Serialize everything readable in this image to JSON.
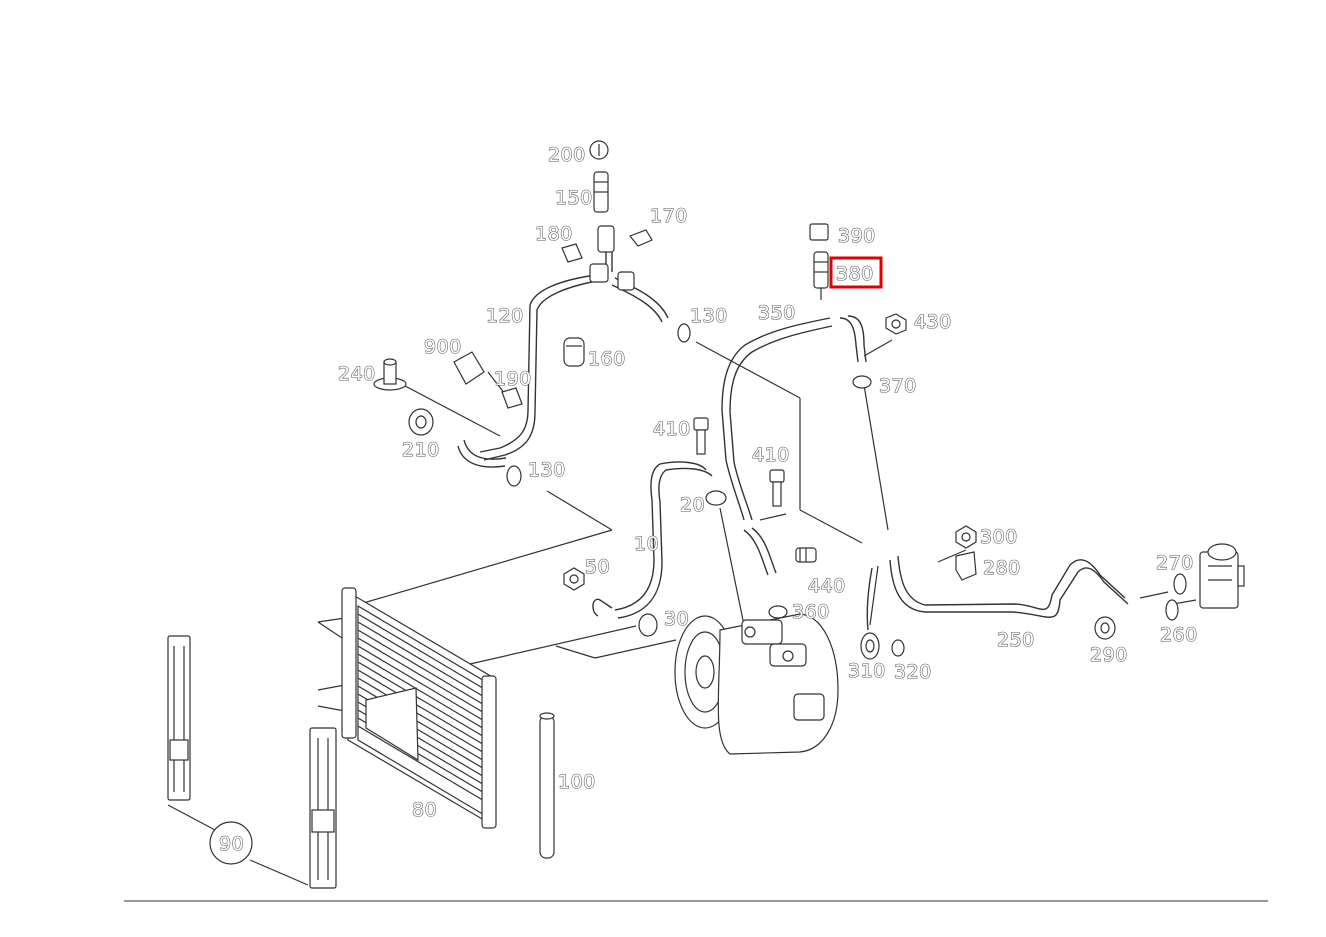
{
  "diagram": {
    "highlighted": "380",
    "highlight_color": "#e00000",
    "labels": {
      "p200": "200",
      "p150": "150",
      "p170": "170",
      "p180": "180",
      "p390": "390",
      "p380": "380",
      "p120": "120",
      "p130a": "130",
      "p350": "350",
      "p430": "430",
      "p900": "900",
      "p160": "160",
      "p240": "240",
      "p190": "190",
      "p370": "370",
      "p410a": "410",
      "p410b": "410",
      "p210": "210",
      "p130b": "130",
      "p20": "20",
      "p300": "300",
      "p10": "10",
      "p280": "280",
      "p270": "270",
      "p50": "50",
      "p440": "440",
      "p360": "360",
      "p30": "30",
      "p260": "260",
      "p250": "250",
      "p290": "290",
      "p310": "310",
      "p320": "320",
      "p100": "100",
      "p80": "80",
      "p90": "90"
    }
  }
}
